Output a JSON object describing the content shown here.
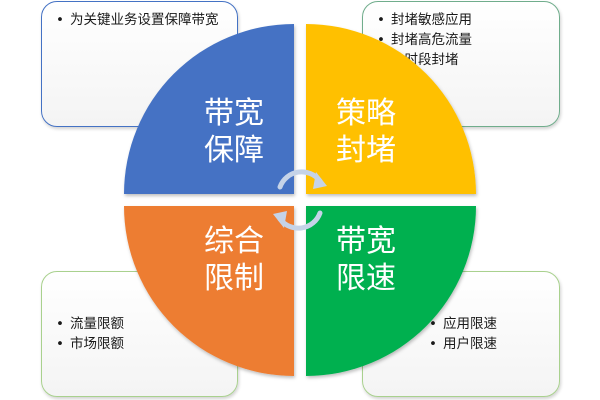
{
  "quadrants": [
    {
      "id": "tl",
      "line1": "带宽",
      "line2": "保障",
      "color": "#4472c4"
    },
    {
      "id": "tr",
      "line1": "策略",
      "line2": "封堵",
      "color": "#ffc000"
    },
    {
      "id": "bl",
      "line1": "综合",
      "line2": "限制",
      "color": "#ed7d31"
    },
    {
      "id": "br",
      "line1": "带宽",
      "line2": "限速",
      "color": "#00b050"
    }
  ],
  "boxes": {
    "tl": {
      "items": [
        "为关键业务设置保障带宽"
      ],
      "border_color": "#4472c4"
    },
    "tr": {
      "items": [
        "封堵敏感应用",
        "封堵高危流量",
        "分时段封堵"
      ],
      "border_color": "#70ad8c"
    },
    "bl": {
      "items": [
        "流量限额",
        "市场限额"
      ],
      "border_color": "#a9d18e"
    },
    "br": {
      "items": [
        "应用限速",
        "用户限速"
      ],
      "border_color": "#a9d18e"
    }
  },
  "bullet": "•",
  "cycle_arrow_color": "#c5d3e8"
}
